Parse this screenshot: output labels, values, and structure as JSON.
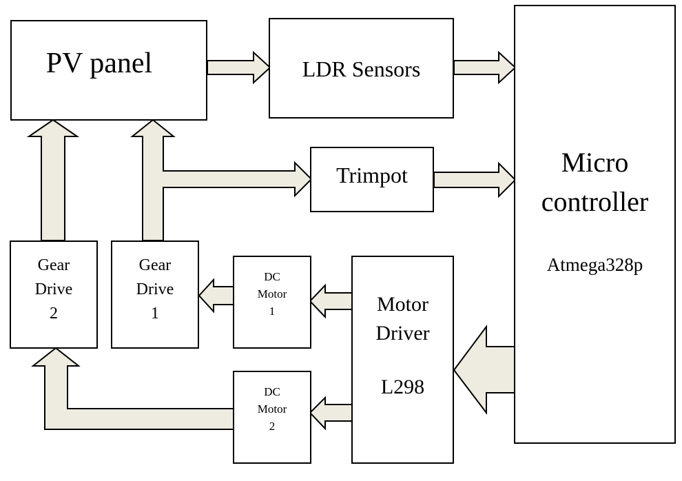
{
  "diagram": {
    "pv_panel": "PV panel",
    "ldr_sensors": "LDR Sensors",
    "trimpot": "Trimpot",
    "microcontroller": {
      "line1": "Micro",
      "line2": "controller",
      "model": "Atmega328p"
    },
    "gear_drive_2": {
      "line1": "Gear",
      "line2": "Drive",
      "line3": "2"
    },
    "gear_drive_1": {
      "line1": "Gear",
      "line2": "Drive",
      "line3": "1"
    },
    "dc_motor_1": {
      "line1": "DC",
      "line2": "Motor",
      "line3": "1"
    },
    "dc_motor_2": {
      "line1": "DC",
      "line2": "Motor",
      "line3": "2"
    },
    "motor_driver": {
      "line1": "Motor",
      "line2": "Driver",
      "model": "L298"
    },
    "colors": {
      "arrow_fill": "#eeece1",
      "stroke": "#000000",
      "box_fill": "#ffffff"
    }
  }
}
